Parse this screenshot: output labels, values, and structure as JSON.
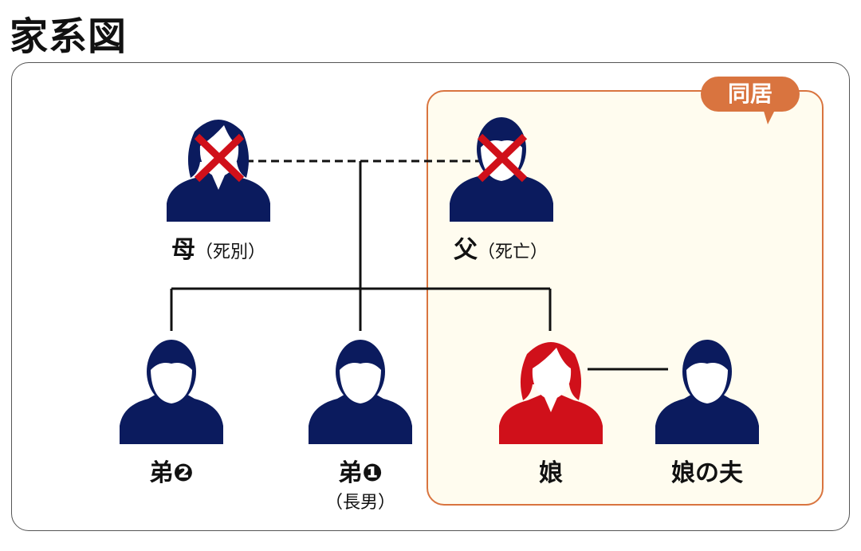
{
  "title": "家系図",
  "cohabitation_label": "同居",
  "people": {
    "mother": {
      "name": "母",
      "note": "（死別）"
    },
    "father": {
      "name": "父",
      "note": "（死亡）"
    },
    "brother2": {
      "name": "弟❷"
    },
    "brother1": {
      "name": "弟❶",
      "note": "（長男）"
    },
    "daughter": {
      "name": "娘"
    },
    "daughter_husband": {
      "name": "娘の夫"
    }
  },
  "colors": {
    "navy": "#0b1b5e",
    "highlight": "#d0101a",
    "cohab_border": "#d9743f",
    "cohab_bg": "#fffcef",
    "cross": "#d0101a"
  }
}
